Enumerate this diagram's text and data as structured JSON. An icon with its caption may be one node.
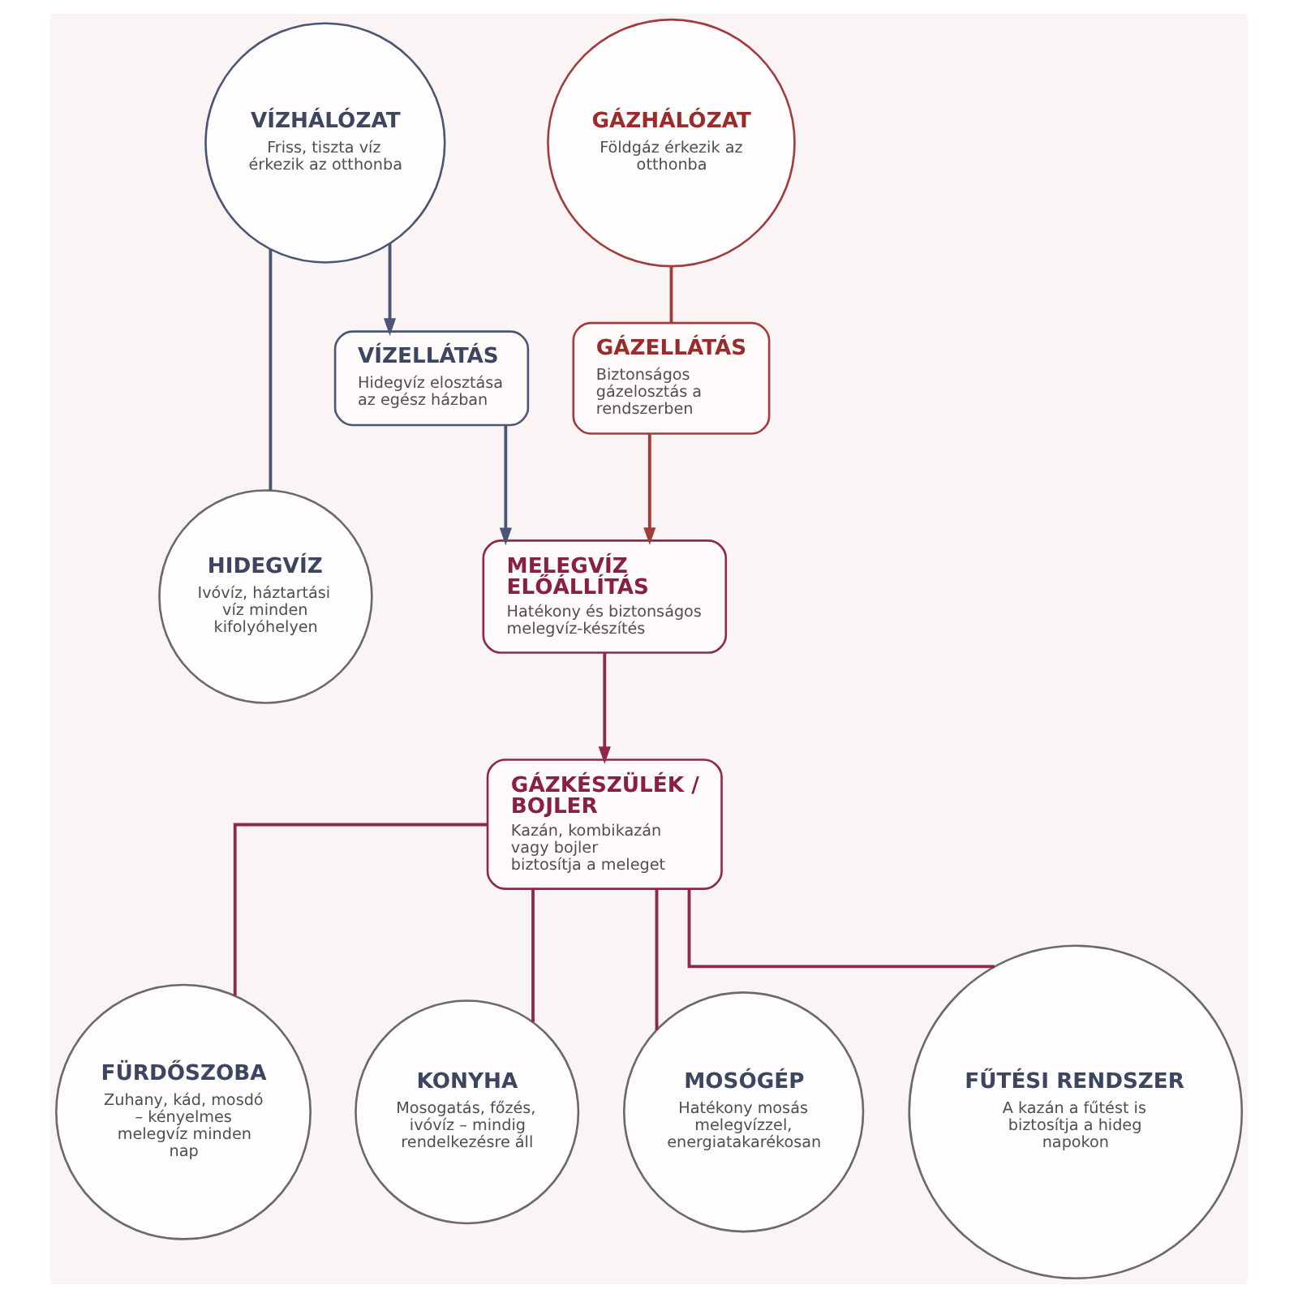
{
  "diagram": {
    "nodes": [
      {
        "text": [
          "VÍZHÁLÓZAT",
          "Friss, tiszta víz érkezik az otthonba"
        ]
      },
      {
        "text": [
          "GÁZHÁLÓZAT",
          "Földgáz érkezik az otthonba"
        ]
      },
      {
        "text": [
          "VÍZELLÁTÁS",
          "Hidegvíz elosztása az egész házban"
        ]
      },
      {
        "text": [
          "GÁZELLÁTÁS",
          "Biztonságos gázelosztás a rendszerben"
        ]
      },
      {
        "text": [
          "HIDEGVÍZ",
          "Ivóvíz, háztartási víz minden kifolyóhelyen"
        ]
      },
      {
        "text": [
          "MELEGVÍZ ELŐÁLLÍTÁS",
          "Hatékony és biztonságos melegvíz-készítés"
        ]
      },
      {
        "text": [
          "GÁZKÉSZÜLÉK / BOJLER",
          "Kazán, kombikazán vagy bojler biztosítja a meleget"
        ]
      },
      {
        "text": [
          "FÜRDŐSZOBA",
          "Zuhany, kád, mosdó – kényelmes melegvíz minden nap"
        ]
      },
      {
        "text": [
          "KONYHA",
          "Mosogatás, főzés, ivóvíz – mindig rendelkezésre áll"
        ]
      },
      {
        "text": [
          "MOSÓGÉP",
          "Hatékony mosás melegvízzel, energiatakarékosan"
        ]
      },
      {
        "text": [
          "FŰTÉSI RENDSZER",
          "A kazán a fűtést is biztosítja a hideg napokon"
        ]
      }
    ],
    "edges": [
      {
        "from": 0,
        "to": 2,
        "arrow": "to",
        "color": "#4b5675"
      },
      {
        "from": 0,
        "to": 4,
        "arrow": "none",
        "color": "#4b5675"
      },
      {
        "from": 1,
        "to": 3,
        "arrow": "none",
        "color": "#a23b3b"
      },
      {
        "from": 2,
        "to": 5,
        "arrow": "to",
        "color": "#4b5675"
      },
      {
        "from": 3,
        "to": 5,
        "arrow": "to",
        "color": "#a23b3b"
      },
      {
        "from": 5,
        "to": 6,
        "arrow": "to"
      },
      {
        "from": 6,
        "to": 7,
        "arrow": "none"
      },
      {
        "from": 6,
        "to": 8,
        "arrow": "none"
      },
      {
        "from": 6,
        "to": 9,
        "arrow": "none"
      },
      {
        "from": 6,
        "to": 10,
        "arrow": "none"
      }
    ]
  }
}
